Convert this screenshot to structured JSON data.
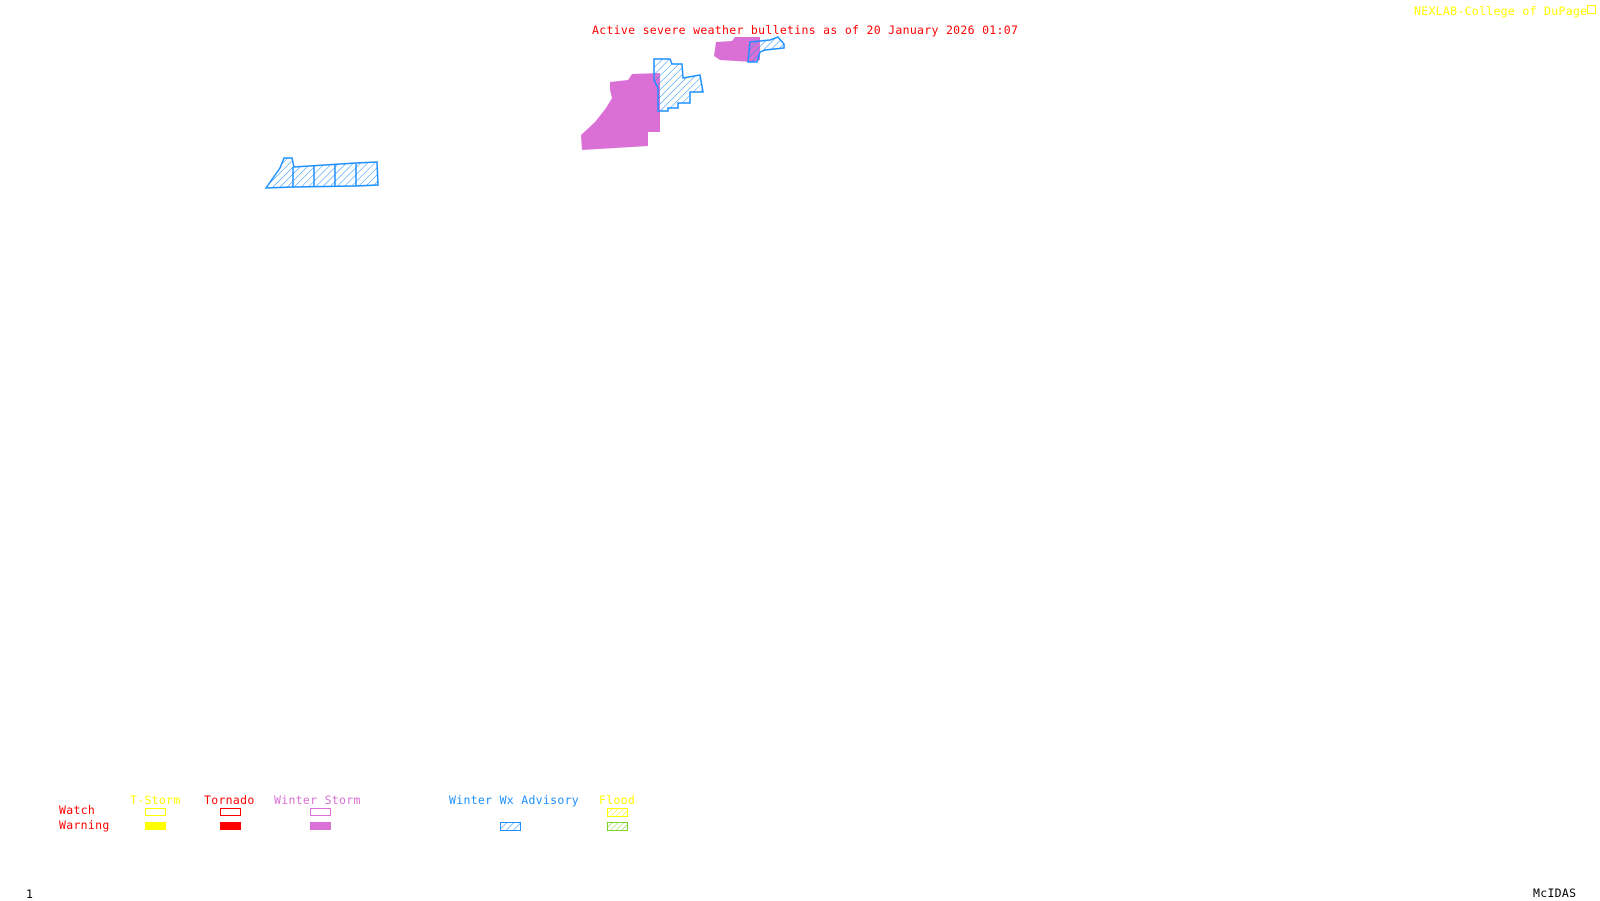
{
  "header": {
    "title": "Active severe weather bulletins as of 20 January 2026 01:07",
    "credit": "NEXLAB-College of DuPage",
    "credit_icon": "resize-corner-icon"
  },
  "legend": {
    "rows": [
      "Watch",
      "Warning"
    ],
    "categories": [
      {
        "name": "T-Storm",
        "color": "#ffff00",
        "watch": "outline",
        "warning": "filled"
      },
      {
        "name": "Tornado",
        "color": "#ff0000",
        "watch": "outline",
        "warning": "filled"
      },
      {
        "name": "Winter Storm",
        "color": "#da70d6",
        "watch": "outline",
        "warning": "filled"
      },
      {
        "name": "Winter Wx Advisory",
        "color": "#1e90ff",
        "watch": "none",
        "warning": "hatched"
      },
      {
        "name": "Flood",
        "color": "#ffff00",
        "watch": "hatched",
        "warning": "hatched-green",
        "warning_color": "#7cd32a"
      }
    ]
  },
  "footer": {
    "frame_number": "1",
    "software": "McIDAS"
  },
  "colors": {
    "title": "#ff0000",
    "credit": "#ffff00",
    "winter_storm": "#da70d6",
    "advisory": "#1e90ff"
  }
}
